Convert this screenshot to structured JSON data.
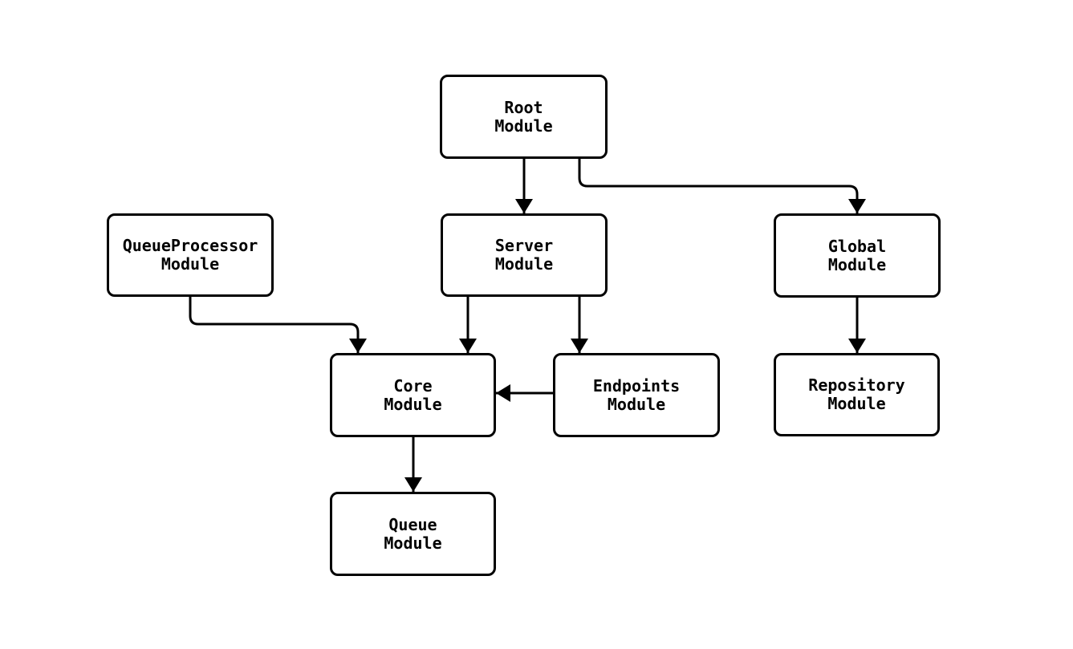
{
  "diagram": {
    "type": "module-dependency-flowchart",
    "nodes": [
      {
        "id": "root",
        "label": "Root\nModule"
      },
      {
        "id": "queueprocessor",
        "label": "QueueProcessor\nModule"
      },
      {
        "id": "server",
        "label": "Server\nModule"
      },
      {
        "id": "global",
        "label": "Global\nModule"
      },
      {
        "id": "core",
        "label": "Core\nModule"
      },
      {
        "id": "endpoints",
        "label": "Endpoints\nModule"
      },
      {
        "id": "repository",
        "label": "Repository\nModule"
      },
      {
        "id": "queue",
        "label": "Queue\nModule"
      }
    ],
    "edges": [
      {
        "from": "root",
        "to": "server"
      },
      {
        "from": "root",
        "to": "global"
      },
      {
        "from": "queueprocessor",
        "to": "core"
      },
      {
        "from": "server",
        "to": "core"
      },
      {
        "from": "server",
        "to": "endpoints"
      },
      {
        "from": "endpoints",
        "to": "core"
      },
      {
        "from": "global",
        "to": "repository"
      },
      {
        "from": "core",
        "to": "queue"
      }
    ],
    "colors": {
      "background": "#ffffff",
      "node_fill": "#ffffff",
      "node_border": "#000000",
      "line": "#000000",
      "text": "#000000"
    }
  }
}
